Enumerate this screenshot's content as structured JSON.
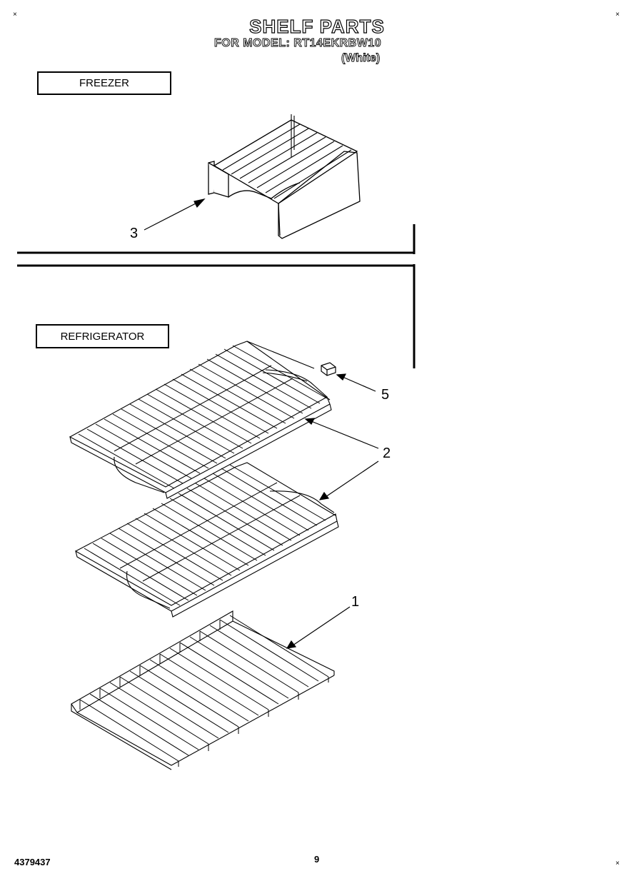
{
  "header": {
    "title": "SHELF PARTS",
    "model_line": "FOR MODEL: RT14EKRBW10",
    "variant": "(White)"
  },
  "sections": {
    "freezer_label": "FREEZER",
    "refrigerator_label": "REFRIGERATOR"
  },
  "callouts": {
    "freezer_shelf": "3",
    "shelf_bracket": "5",
    "refrigerator_shelf": "2",
    "crisper_rack": "1"
  },
  "corner_marks": {
    "mark": "×"
  },
  "footer": {
    "doc_number": "4379437",
    "page_number": "9"
  }
}
